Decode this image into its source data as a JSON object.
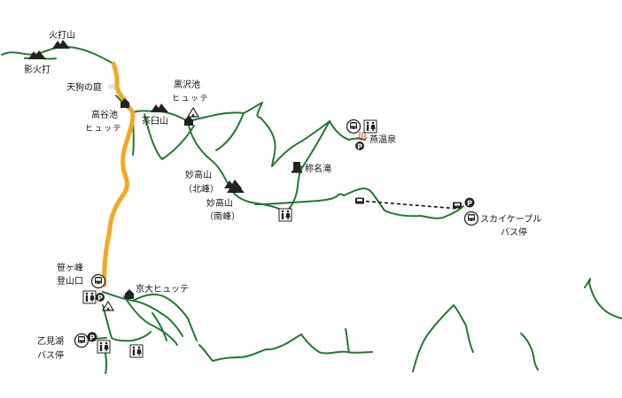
{
  "colors": {
    "trail": "#1e7a2e",
    "highlight_route": "#f5a623",
    "cable_line": "#111111",
    "icon": "#222222"
  },
  "labels": {
    "hiuchiyama": "火打山",
    "kagehiuchi": "影火打",
    "tengu_no_niwa": "天狗の庭",
    "koyaike_1": "高谷池",
    "koyaike_2": "ヒュッテ",
    "kurosawaike_1": "黒沢池",
    "kurosawaike_2": "ヒュッテ",
    "chausuyama": "茶臼山",
    "tsubakuro_onsen": "燕温泉",
    "shomyo_daki": "称名滝",
    "myoko_north_1": "妙高山",
    "myoko_north_2": "（北峰）",
    "myoko_south_1": "妙高山",
    "myoko_south_2": "（南峰）",
    "skycable_1": "スカイケーブル",
    "skycable_2": "バス停",
    "sasagamine_1": "笹ヶ峰",
    "sasagamine_2": "登山口",
    "kyodai_hutte": "京大ヒュッテ",
    "otomiko_1": "乙見湖",
    "otomiko_2": "バス停"
  },
  "icons": {
    "mountain": "mountain-peak-icon",
    "hut": "mountain-hut-icon",
    "camp": "campsite-tent-icon",
    "bus": "bus-stop-icon",
    "parking": "parking-icon",
    "toilet": "toilet-icon",
    "onsen": "hot-spring-icon",
    "waterfall": "waterfall-icon",
    "cable_station": "cable-station-icon",
    "pond": "pond-icon",
    "parking_letter": "P"
  }
}
